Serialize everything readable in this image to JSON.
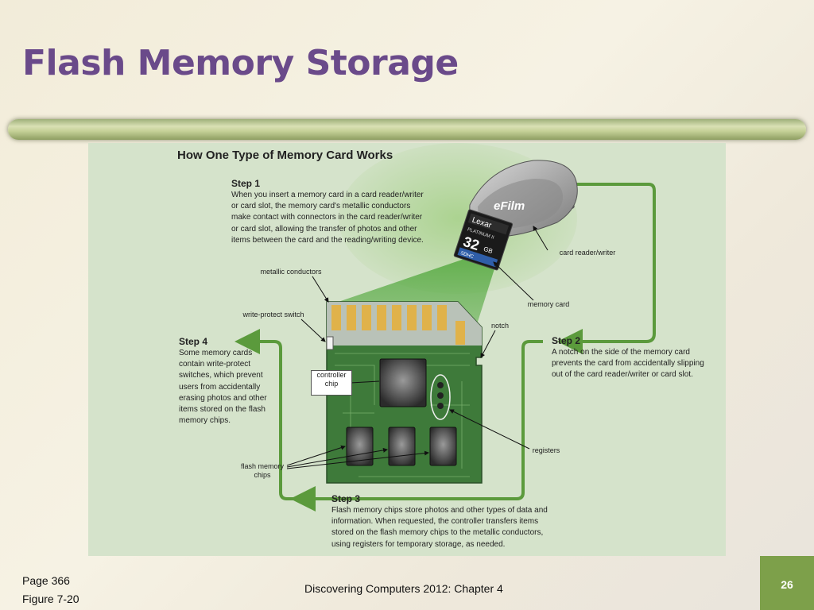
{
  "slide": {
    "title": "Flash Memory Storage",
    "page_ref": "Page 366",
    "figure_ref": "Figure 7-20",
    "footer": "Discovering Computers 2012: Chapter 4",
    "slide_number": "26"
  },
  "figure": {
    "title": "How One Type of Memory Card Works",
    "steps": [
      {
        "heading": "Step 1",
        "text": "When you insert a memory card in a card reader/writer or card slot, the memory card's metallic conductors make contact with connectors in the card reader/writer or card slot, allowing the transfer of photos and other items between the card and the reading/writing device."
      },
      {
        "heading": "Step 2",
        "text": "A notch on the side of the memory card prevents the card from accidentally slipping out of the card reader/writer or card slot."
      },
      {
        "heading": "Step 3",
        "text": "Flash memory chips store photos and other types of data and information. When requested, the controller transfers items stored on the flash memory chips to the metallic conductors, using registers for temporary storage, as needed."
      },
      {
        "heading": "Step 4",
        "text": "Some memory cards contain write-protect switches, which prevent users from accidentally erasing photos and other items stored on the flash memory chips."
      }
    ],
    "labels": {
      "metallic_conductors": "metallic conductors",
      "write_protect_switch": "write-protect switch",
      "notch": "notch",
      "controller_chip": "controller chip",
      "flash_memory_chips": "flash memory chips",
      "registers": "registers",
      "card_reader_writer": "card reader/writer",
      "memory_card": "memory card"
    },
    "device_text": {
      "reader_brand": "eFilm",
      "card_brand": "Lexar",
      "card_line": "PLATINUM II",
      "card_capacity": "32",
      "card_unit": "GB",
      "card_type": "SDHC"
    }
  },
  "colors": {
    "title": "#6a4a8a",
    "figure_bg": "#d5e3cb",
    "arrow_green": "#5b9a3c",
    "accent_green": "#7da04a"
  }
}
